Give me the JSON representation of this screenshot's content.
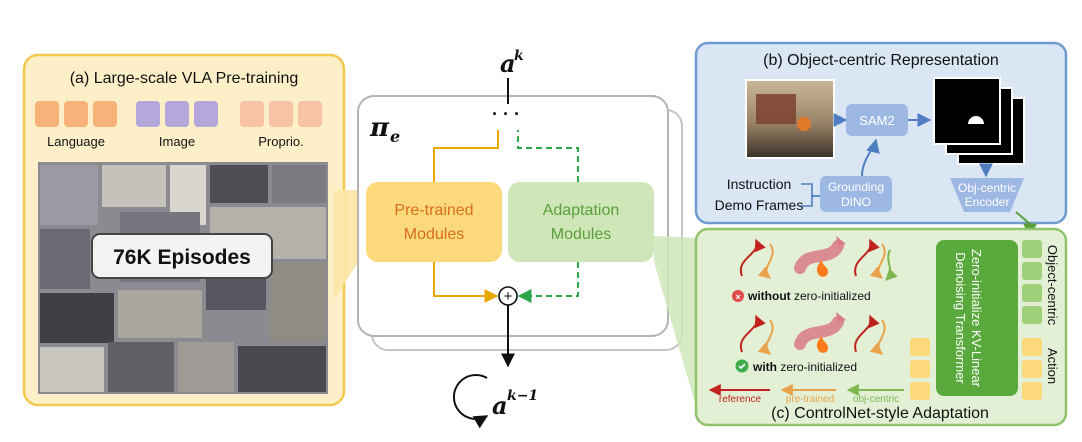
{
  "panel_a": {
    "title": "(a) Large-scale VLA Pre-training",
    "token_labels": [
      "Language",
      "Image",
      "Proprio."
    ],
    "episodes_label": "76K Episodes"
  },
  "policy": {
    "symbol": "π",
    "subscript": "e",
    "output_base": "a",
    "output_sup": "k",
    "ellipsis": "· · ·",
    "pretrained_label_1": "Pre-trained",
    "pretrained_label_2": "Modules",
    "adaptation_label_1": "Adaptation",
    "adaptation_label_2": "Modules",
    "sum_symbol": "+",
    "next_base": "a",
    "next_sup": "k−1"
  },
  "panel_b": {
    "title": "(b) Object-centric Representation",
    "sam2": "SAM2",
    "grounding_1": "Grounding",
    "grounding_2": "DINO",
    "instruction": "Instruction",
    "demo_frames": "Demo Frames",
    "encoder_1": "Obj-centric",
    "encoder_2": "Encoder"
  },
  "panel_c": {
    "title": "(c) ControlNet-style Adaptation",
    "without_bold": "without",
    "without_rest": " zero-initialized",
    "with_bold": "with",
    "with_rest": " zero-initialized",
    "transformer_1": "Zero-initialize KV-Linear",
    "transformer_2": "Denoising Transformer",
    "object_centric": "Object-centric",
    "action": "Action",
    "legend": [
      "reference",
      "pre-trained",
      "obj-centric"
    ]
  },
  "colors": {
    "panel_a_fill": "#fdf0c8",
    "panel_a_border": "#f2c94c",
    "panel_b_fill": "#dbe6f5",
    "panel_b_border": "#6f9bd1",
    "panel_c_fill": "#e3f0d6",
    "panel_c_border": "#8fc46a",
    "pretrained_fill": "#fcd97a",
    "pretrained_text": "#d96f1a",
    "adaptation_fill": "#cfe6b8",
    "adaptation_text": "#5aa03c",
    "language_token": "#f7b27a",
    "image_token": "#b4a7d9",
    "proprio_token": "#f7c2a6",
    "reference": "#c0231e",
    "pretrained_line": "#e8a24a",
    "objcentric_line": "#7fb850"
  },
  "icons": [
    "fire-icon",
    "error-icon",
    "check-icon",
    "cycle-arrow-icon"
  ]
}
